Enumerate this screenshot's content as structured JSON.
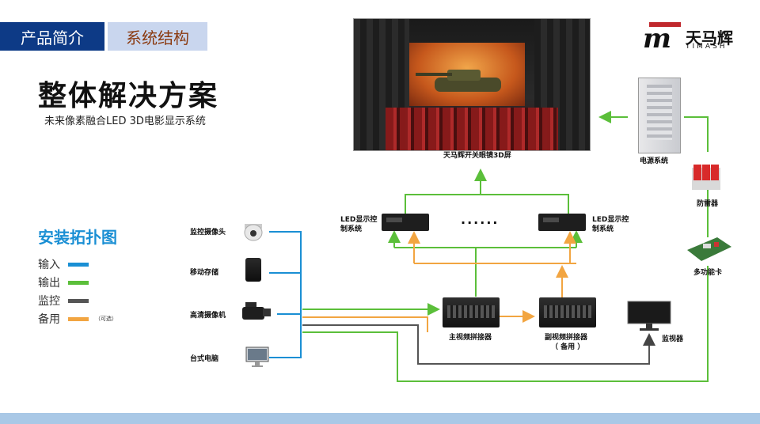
{
  "tabs": [
    {
      "label": "产品简介"
    },
    {
      "label": "系统结构"
    }
  ],
  "logo": {
    "name": "天马辉",
    "sub": "TIMASH",
    "mark": "m"
  },
  "title": "整体解决方案",
  "subtitle": "未来像素融合LED 3D电影显示系统",
  "topology": {
    "title": "安装拓扑图"
  },
  "legend": [
    {
      "label": "输入",
      "color": "#1a8fd4"
    },
    {
      "label": "输出",
      "color": "#5bbf3a"
    },
    {
      "label": "监控",
      "color": "#555555"
    },
    {
      "label": "备用",
      "color": "#f2a541",
      "note": "（可选）"
    }
  ],
  "devices": {
    "screen": "天马辉开关眼镜3D屏",
    "power": "电源系统",
    "lightning": "防雷器",
    "multicard": "多功能卡",
    "led_ctrl_left": "LED显示控制系统",
    "led_ctrl_right": "LED显示控制系统",
    "dots": "......",
    "camera_monitor": "监控摄像头",
    "storage": "移动存储",
    "hd_camera": "高清摄像机",
    "desktop": "台式电脑",
    "main_splicer": "主视频拼接器",
    "sub_splicer": "副视频拼接器",
    "sub_splicer_note": "（ 备用 ）",
    "monitor": "监视器"
  }
}
